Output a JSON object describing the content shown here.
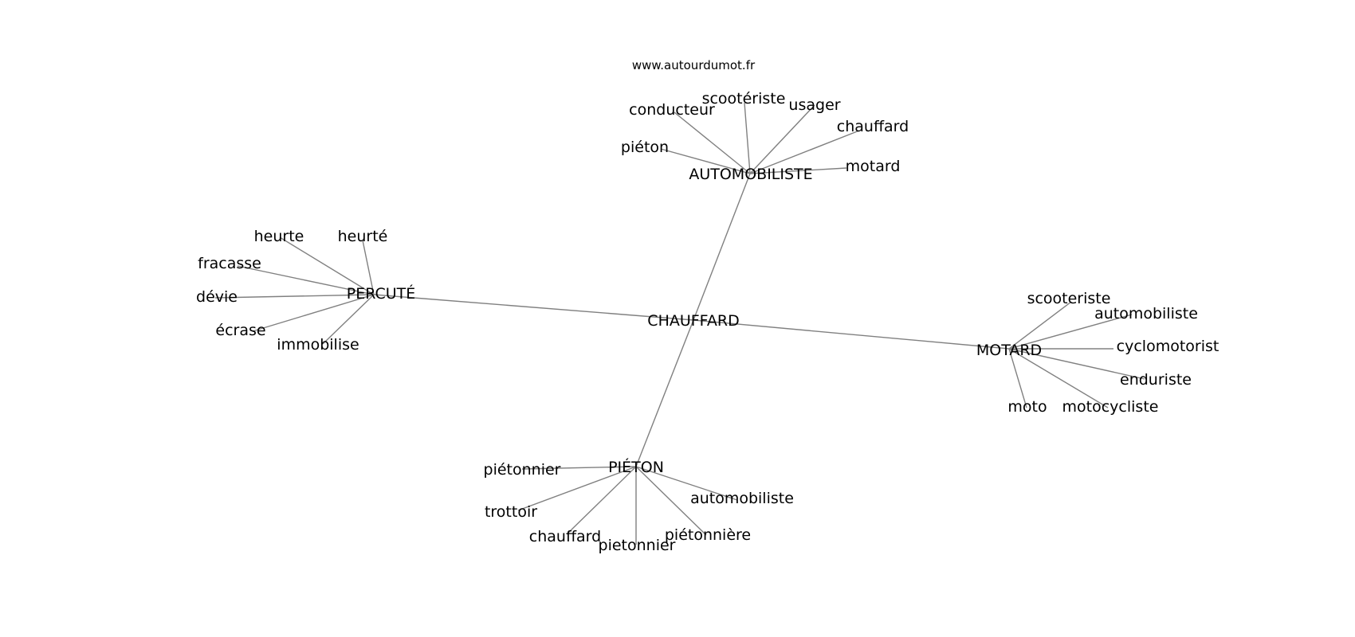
{
  "source_url": "www.autourdumot.fr",
  "center": "CHAUFFARD",
  "clusters": [
    {
      "label": "AUTOMOBILISTE",
      "words": [
        "piéton",
        "conducteur",
        "scootériste",
        "usager",
        "chauffard",
        "motard"
      ]
    },
    {
      "label": "PERCUTÉ",
      "words": [
        "heurte",
        "heurté",
        "fracasse",
        "dévie",
        "écrase",
        "immobilise"
      ]
    },
    {
      "label": "MOTARD",
      "words": [
        "scooteriste",
        "automobiliste",
        "cyclomotorist",
        "enduriste",
        "motocycliste",
        "moto"
      ]
    },
    {
      "label": "PIÉTON",
      "words": [
        "piétonnier",
        "trottoir",
        "chauffard",
        "pietonnier",
        "piétonnière",
        "automobiliste"
      ]
    }
  ],
  "colors": {
    "edge": "#808080",
    "text": "#000000",
    "background": "#ffffff"
  }
}
